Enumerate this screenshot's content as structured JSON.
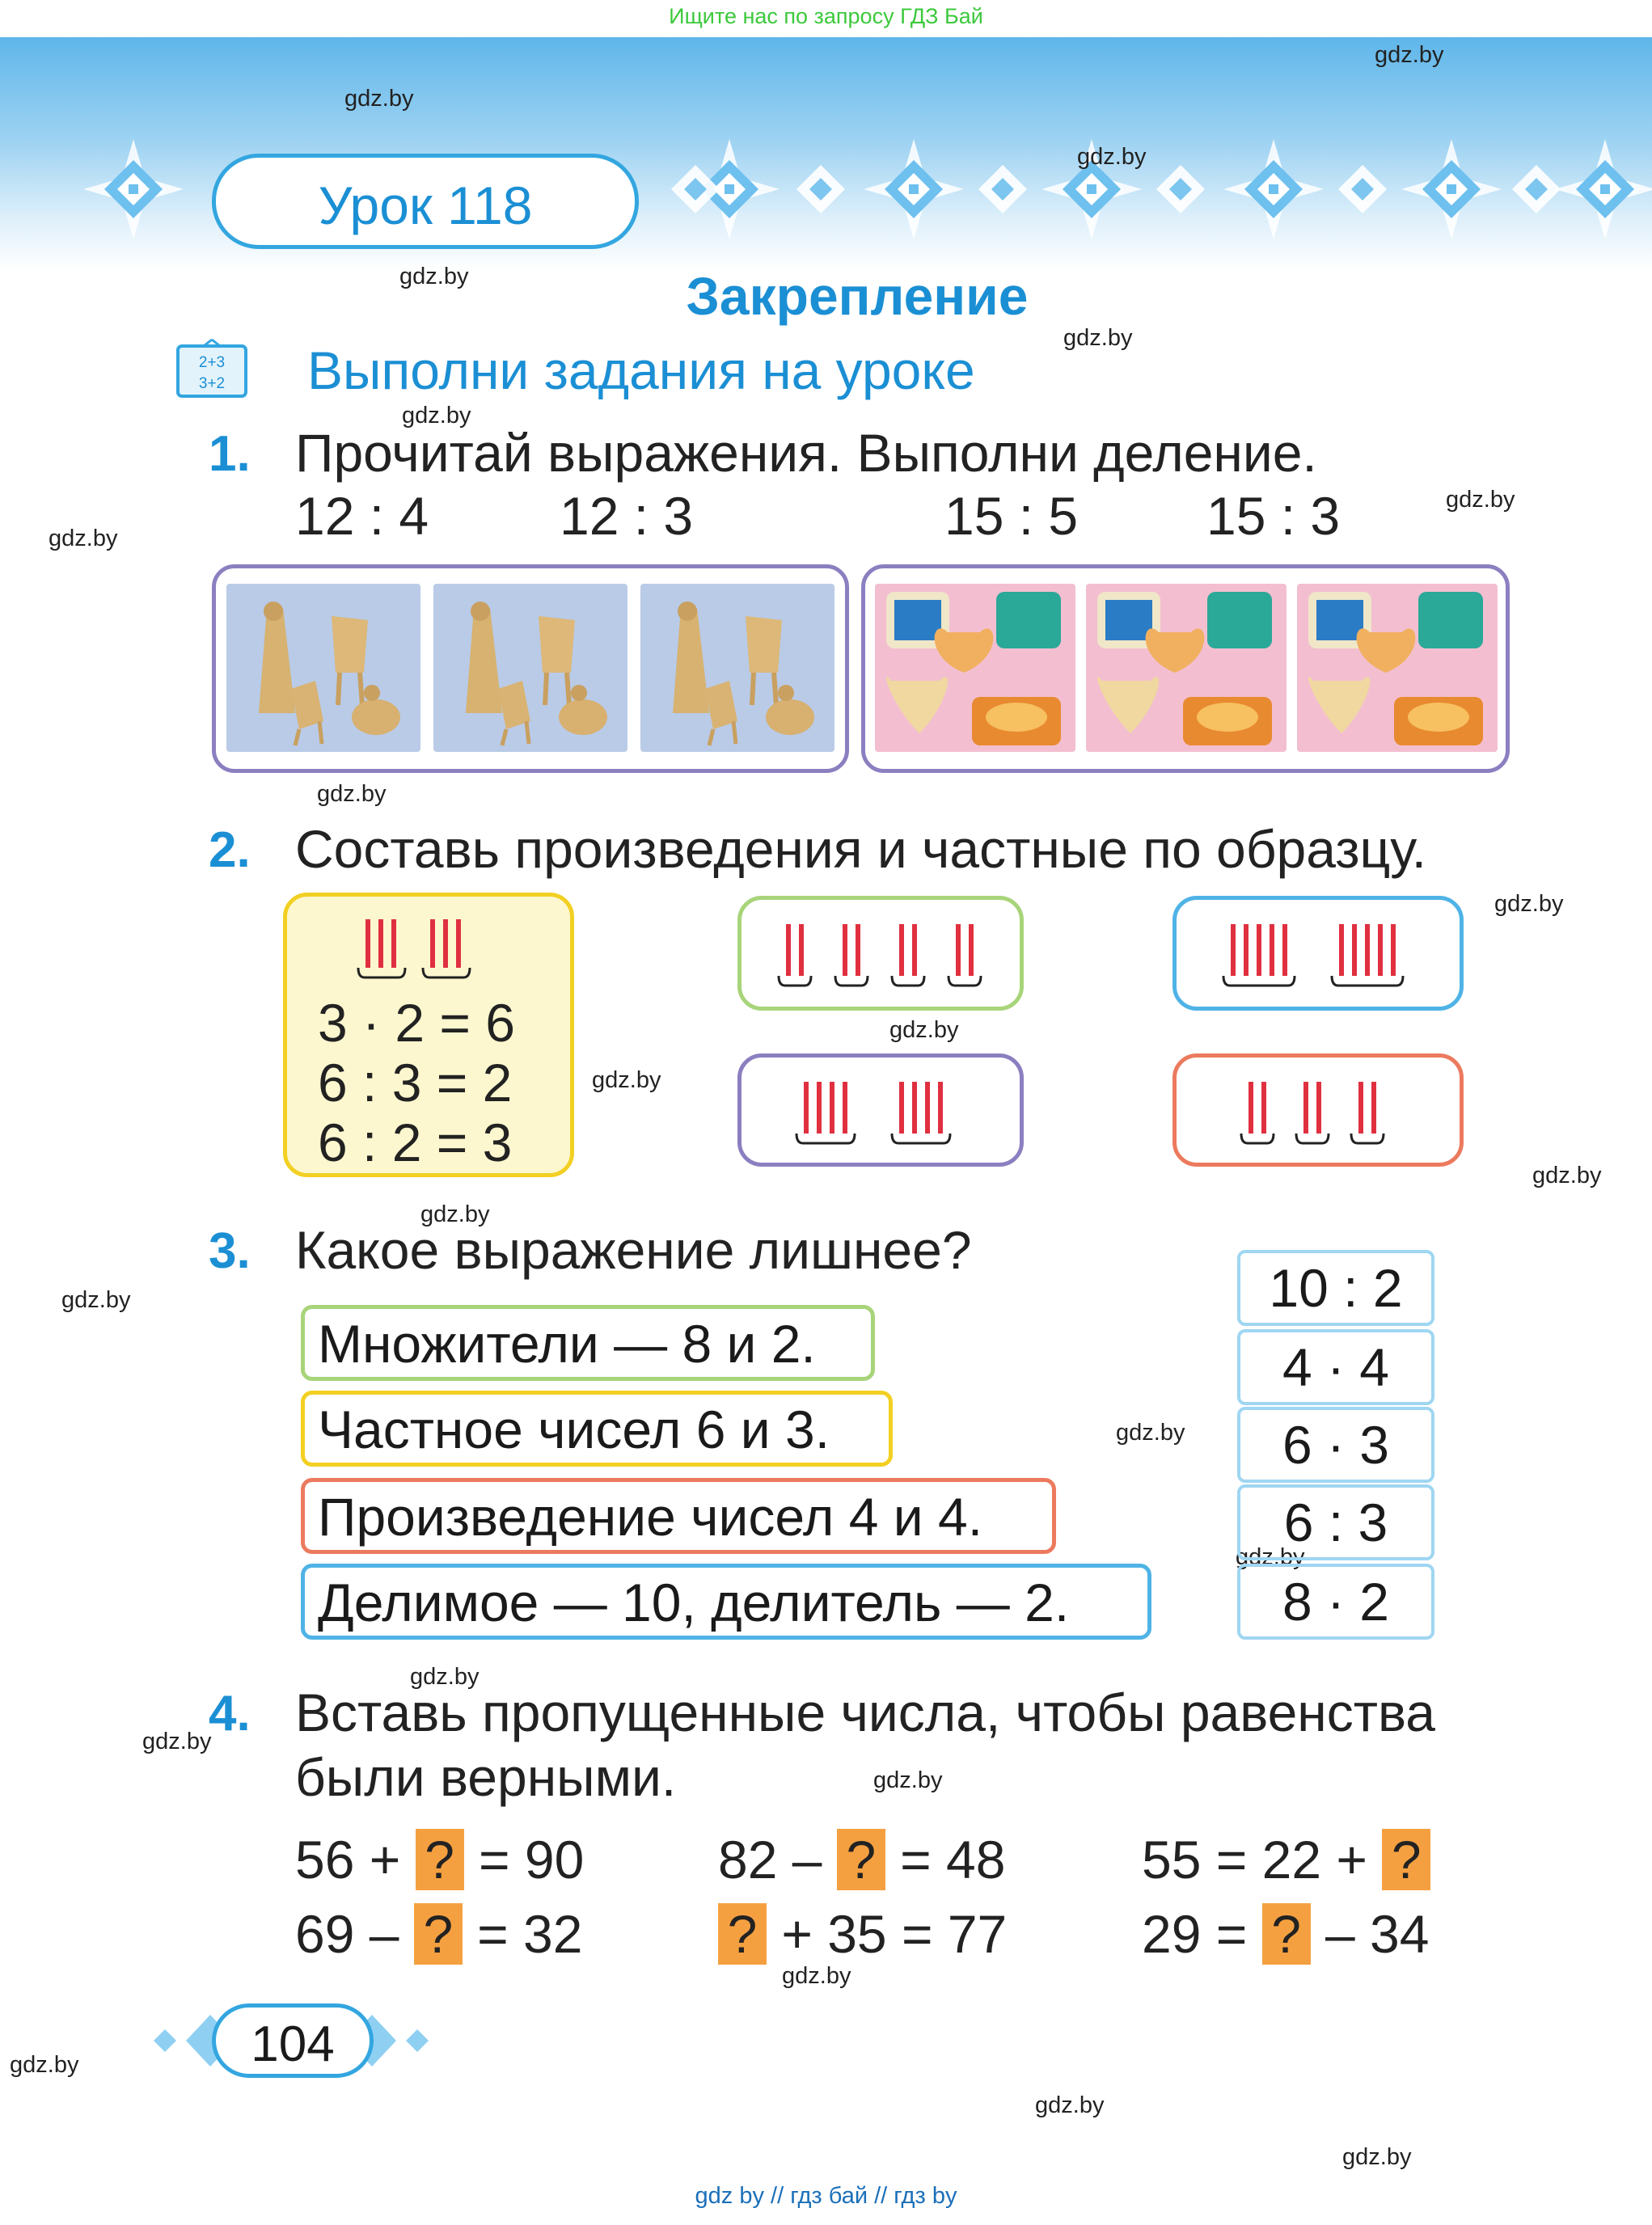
{
  "banner": "Ищите нас по запросу ГДЗ Бай",
  "lesson": "Урок 118",
  "topic": "Закрепление",
  "board_text": [
    "2+3",
    "3+2"
  ],
  "subheading": "Выполни задания на уроке",
  "watermark": "gdz.by",
  "task1": {
    "number": "1.",
    "text": "Прочитай выражения. Выполни деление.",
    "expressions": [
      "12 : 4",
      "12 : 3",
      "15 : 5",
      "15 : 3"
    ]
  },
  "task2": {
    "number": "2.",
    "text": "Составь произведения и частные по образцу.",
    "sample": [
      "3 · 2 = 6",
      "6 : 3 = 2",
      "6 : 2 = 3"
    ]
  },
  "task3": {
    "number": "3.",
    "text": "Какое выражение лишнее?",
    "statements": [
      "Множители — 8 и 2.",
      "Частное чисел 6 и 3.",
      "Произведение чисел 4 и 4.",
      "Делимое — 10, делитель — 2."
    ],
    "expressions": [
      "10 : 2",
      "4 · 4",
      "6 · 3",
      "6 : 3",
      "8 · 2"
    ]
  },
  "task4": {
    "number": "4.",
    "text_line1": "Вставь пропущенные числа, чтобы равенства",
    "text_line2": "были верными.",
    "blank": "?",
    "eq": {
      "a_pre": "56 + ",
      "a_post": " = 90",
      "b_pre": "82 – ",
      "b_post": " = 48",
      "c_pre": "55 = 22 + ",
      "c_post": "",
      "d_pre": "69 – ",
      "d_post": " = 32",
      "e_pre": "",
      "e_post": " + 35 = 77",
      "f_pre": "29 = ",
      "f_post": " – 34"
    }
  },
  "page_number": "104",
  "footer": "gdz by  //  гдз бай  //  гдз by",
  "colors": {
    "blue": "#1b8fd4",
    "orange": "#f5a040",
    "red": "#e03040",
    "purple": "#8c7fc0",
    "green": "#a8d47a",
    "yellow": "#f2d022",
    "salmon": "#ec7a5e",
    "sky": "#4fb3e6"
  }
}
